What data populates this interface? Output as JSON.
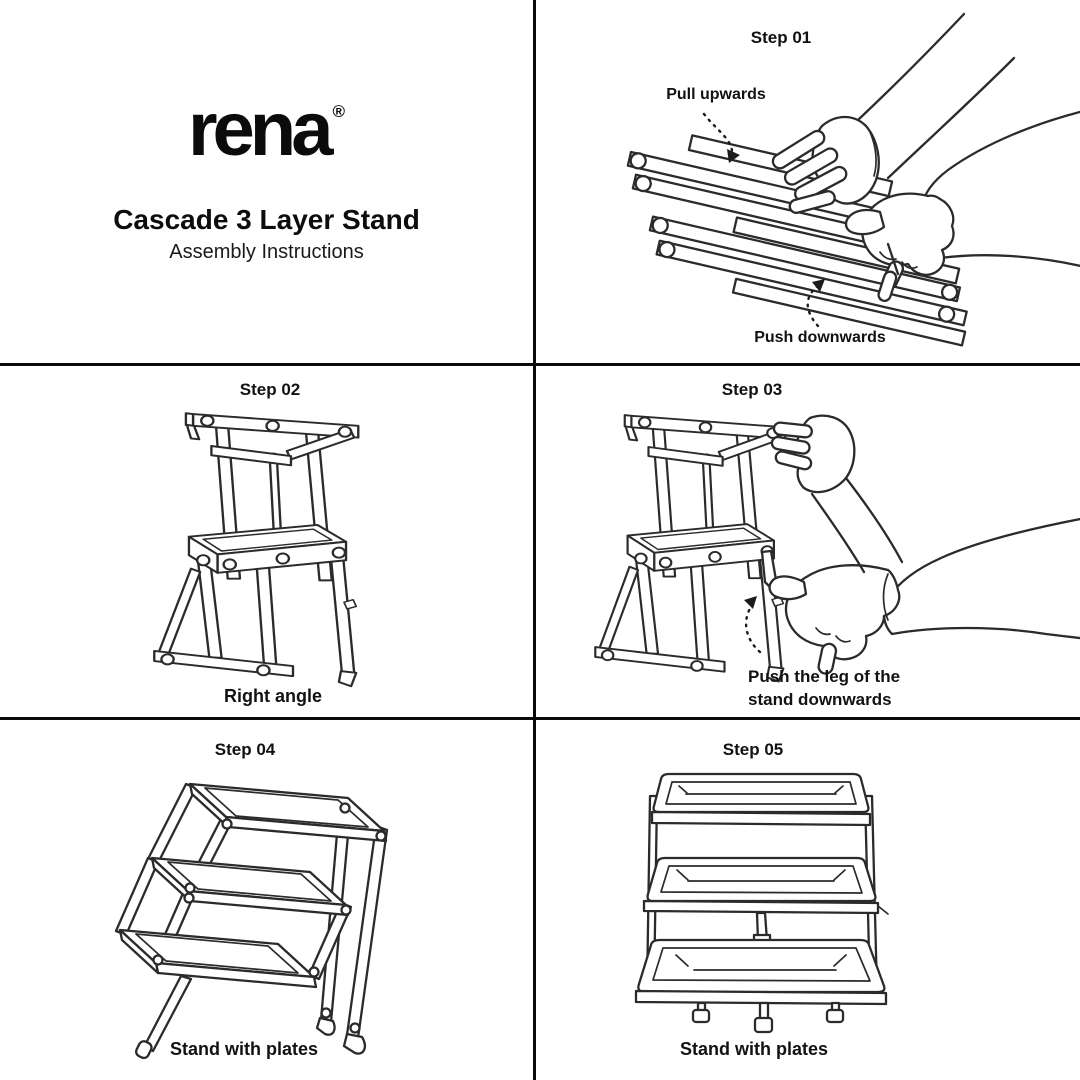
{
  "brand": {
    "logo_text": "rena",
    "registered_mark": "®",
    "product_title": "Cascade 3 Layer Stand",
    "subtitle": "Assembly Instructions"
  },
  "steps": {
    "step1": {
      "title": "Step 01",
      "label_pull": "Pull upwards",
      "label_push": "Push downwards"
    },
    "step2": {
      "title": "Step 02",
      "caption": "Right angle"
    },
    "step3": {
      "title": "Step 03",
      "caption": "Push the leg of the stand downwards"
    },
    "step4": {
      "title": "Step 04",
      "caption": "Stand with plates"
    },
    "step5": {
      "title": "Step 05",
      "caption": "Stand with plates"
    }
  },
  "colors": {
    "background": "#ffffff",
    "line_art": "#2b2b2b",
    "text": "#121212",
    "divider": "#0a0a0a"
  }
}
